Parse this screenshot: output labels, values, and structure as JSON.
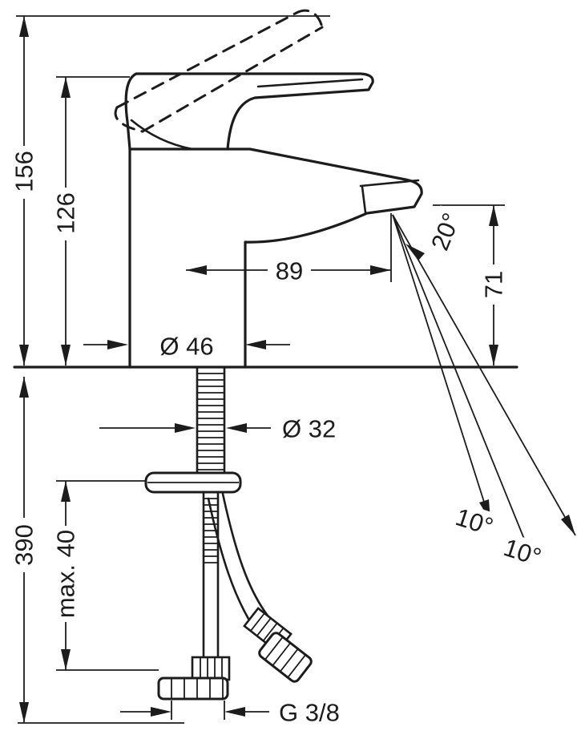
{
  "drawing": {
    "labels": {
      "overall_height": "156",
      "body_height": "126",
      "spout_reach": "89",
      "base_diameter": "Ø 46",
      "outlet_height": "71",
      "spray_angle": "20°",
      "cone_angle_1": "10°",
      "cone_angle_2": "10°",
      "hose_length": "390",
      "hole_diameter": "Ø 32",
      "max_deck_thickness": "max. 40",
      "connection_thread": "G 3/8"
    },
    "colors": {
      "line": "#1c1c1c",
      "background": "#ffffff"
    }
  }
}
